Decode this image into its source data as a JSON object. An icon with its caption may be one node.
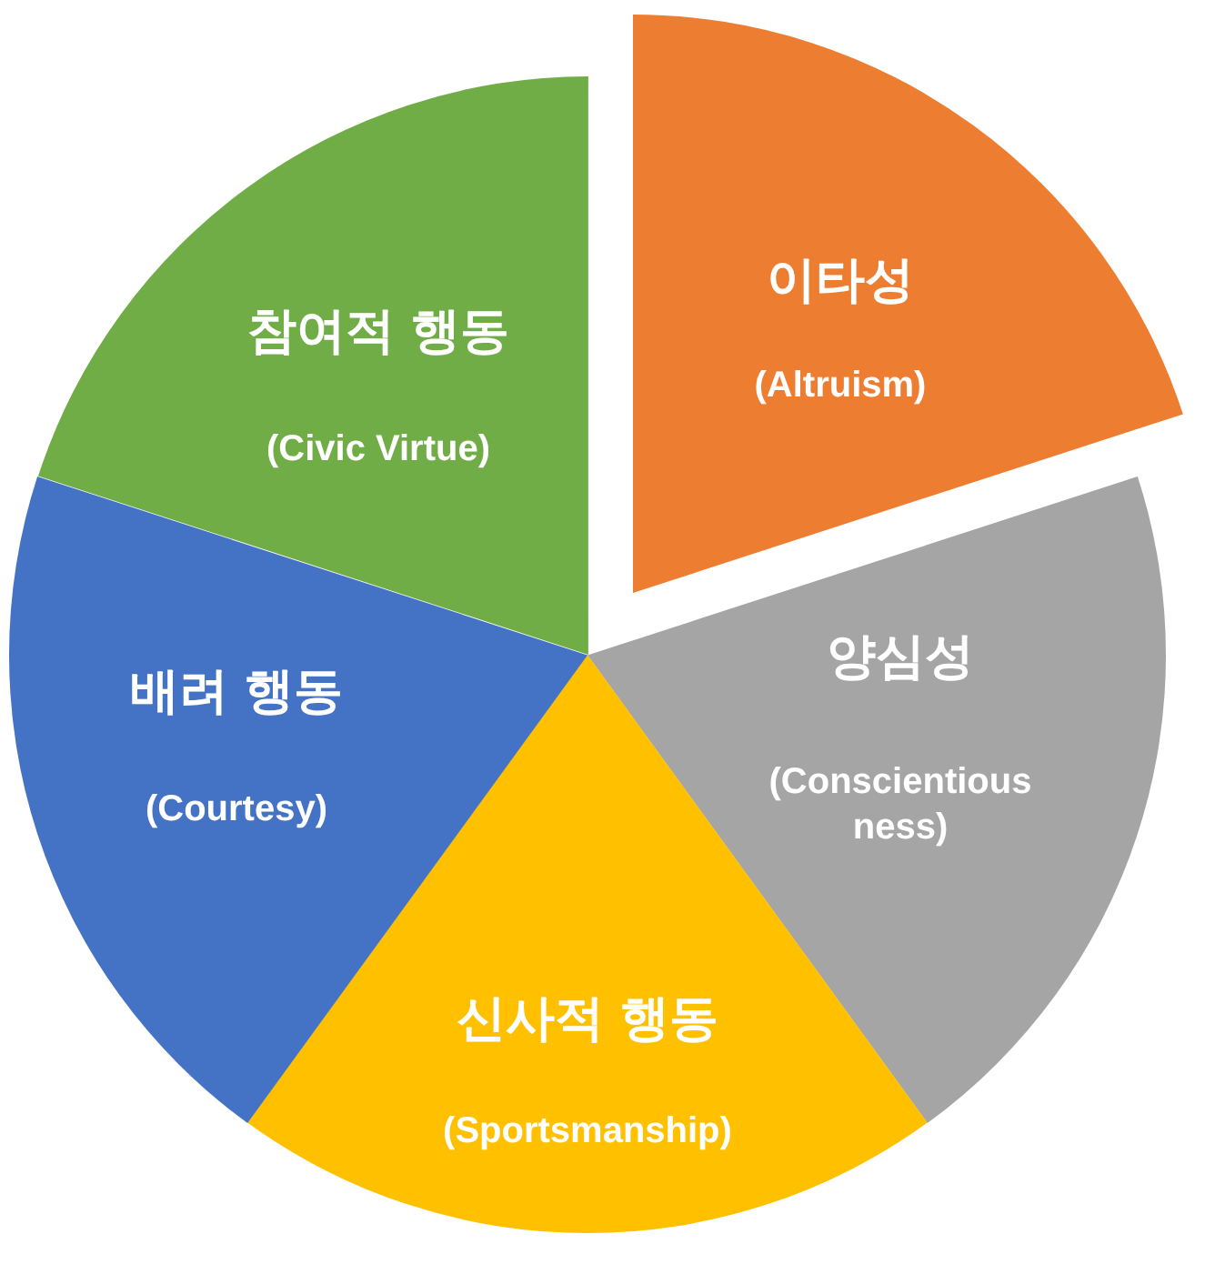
{
  "diagram": {
    "nodes": [
      {
        "text": [
          "이타성",
          "(Altruism)"
        ]
      },
      {
        "text": [
          "양심성",
          "(Conscientiousness)"
        ]
      },
      {
        "text": [
          "신사적 행동",
          "(Sportsmanship)"
        ]
      },
      {
        "text": [
          "배려 행동",
          "(Courtesy)"
        ]
      },
      {
        "text": [
          "참여적 행동",
          "(Civic Virtue)"
        ]
      }
    ]
  }
}
